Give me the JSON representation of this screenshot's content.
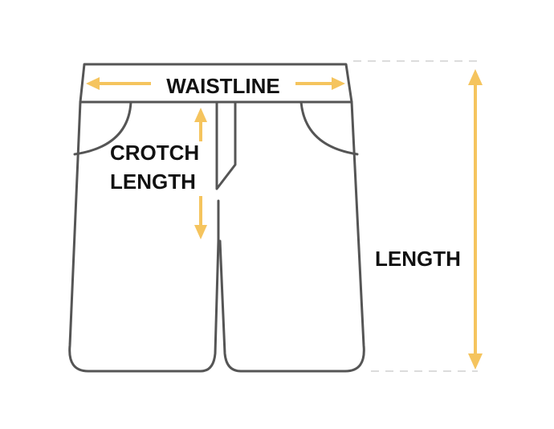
{
  "labels": {
    "waistline": "WAISTLINE",
    "crotch_line1": "CROTCH",
    "crotch_line2": "LENGTH",
    "length": "LENGTH"
  },
  "colors": {
    "arrow": "#F5C45E",
    "outline": "#555555",
    "guide": "#D0D0D0"
  }
}
